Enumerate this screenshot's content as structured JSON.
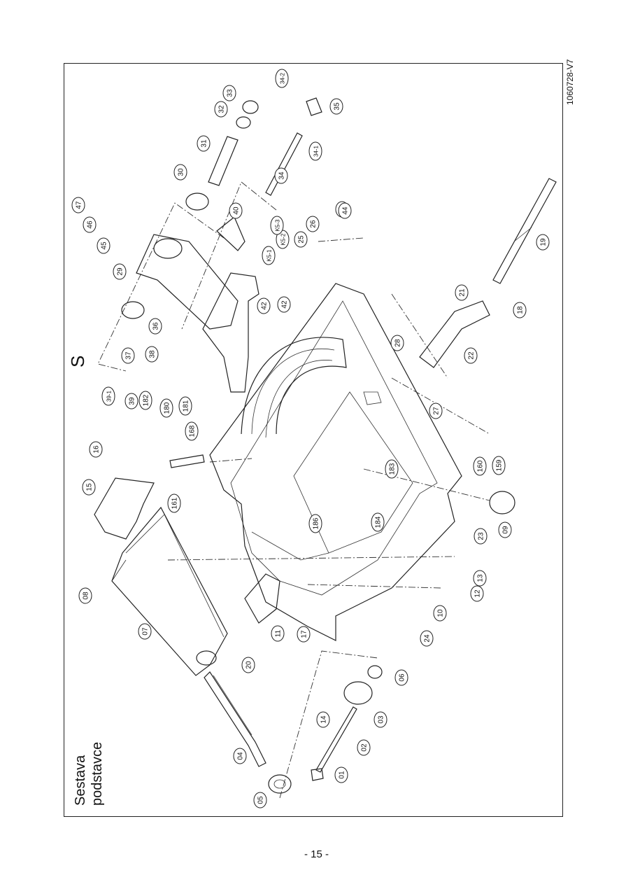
{
  "title_line1": "Sestava",
  "title_line2": "podstavce",
  "doc_id": "1060728-V7",
  "page_number": "- 15 -",
  "section_letter": "S",
  "callouts": [
    "01",
    "02",
    "03",
    "04",
    "05",
    "06",
    "07",
    "08",
    "09",
    "10",
    "11",
    "12",
    "13",
    "14",
    "15",
    "16",
    "17",
    "18",
    "19",
    "20",
    "21",
    "22",
    "23",
    "24",
    "25",
    "26",
    "27",
    "28",
    "29",
    "30",
    "31",
    "32",
    "33",
    "34",
    "34-1",
    "34-2",
    "35",
    "36",
    "37",
    "38",
    "39",
    "39-1",
    "40",
    "42",
    "42",
    "43",
    "44",
    "45",
    "46",
    "47",
    "159",
    "160",
    "161",
    "168",
    "180",
    "181",
    "182",
    "183",
    "184",
    "186",
    "K5-1",
    "K5-2",
    "K5-3"
  ]
}
